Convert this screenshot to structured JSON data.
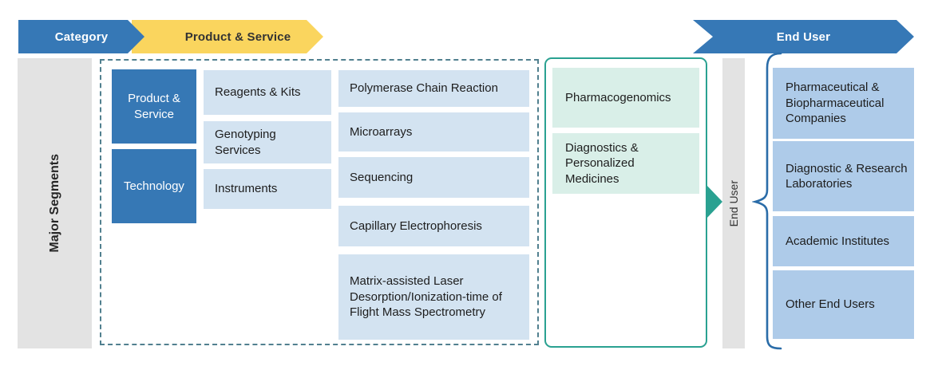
{
  "header": {
    "category_label": "Category",
    "product_service_label": "Product & Service",
    "end_user_label": "End User"
  },
  "left_axis": {
    "label": "Major Segments"
  },
  "categories": [
    {
      "label": "Product & Service"
    },
    {
      "label": "Technology"
    }
  ],
  "product_service_items": [
    {
      "label": "Reagents & Kits"
    },
    {
      "label": "Genotyping Services"
    },
    {
      "label": "Instruments"
    }
  ],
  "technology_items": [
    {
      "label": "Polymerase Chain Reaction"
    },
    {
      "label": "Microarrays"
    },
    {
      "label": "Sequencing"
    },
    {
      "label": "Capillary Electrophoresis"
    },
    {
      "label": "Matrix-assisted Laser Desorption/Ionization-time of Flight Mass Spectrometry"
    }
  ],
  "applications": [
    {
      "label": "Pharmacogenomics"
    },
    {
      "label": "Diagnostics & Personalized Medicines"
    }
  ],
  "end_user_axis": {
    "label": "End User"
  },
  "end_users": [
    {
      "label": "Pharmaceutical & Biopharmaceutical Companies"
    },
    {
      "label": "Diagnostic & Research Laboratories"
    },
    {
      "label": "Academic Institutes"
    },
    {
      "label": "Other End Users"
    }
  ],
  "colors": {
    "arrow_blue": "#3678b6",
    "arrow_yellow": "#fad55e",
    "category_blue": "#3678b5",
    "item_light_blue": "#d3e3f1",
    "end_user_blue": "#aecbe9",
    "application_green": "#d9efe8",
    "teal_accent": "#2aa191",
    "bar_gray": "#e3e3e3",
    "dashed_border": "#51808f",
    "brace_blue": "#2a6ca8"
  }
}
